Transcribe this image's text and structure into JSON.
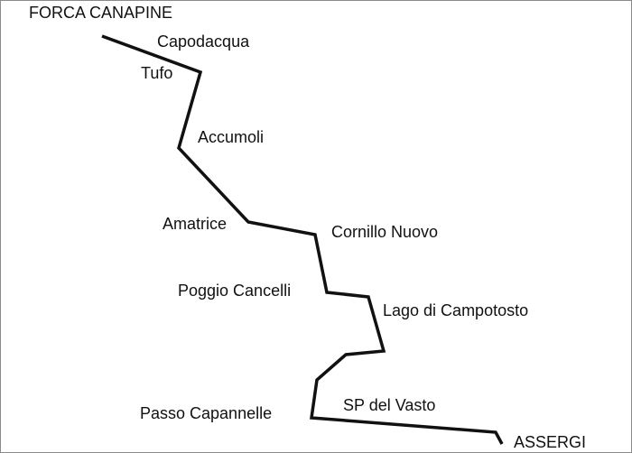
{
  "map": {
    "line_color": "#111111",
    "background_color": "#ffffff",
    "places": {
      "forca_canapine": "FORCA CANAPINE",
      "capodacqua": "Capodacqua",
      "tufo": "Tufo",
      "accumoli": "Accumoli",
      "amatrice": "Amatrice",
      "cornillo_nuovo": "Cornillo Nuovo",
      "poggio_cancelli": "Poggio Cancelli",
      "lago_di_campotosto": "Lago di Campotosto",
      "passo_capannelle": "Passo Capannelle",
      "sp_del_vasto": "SP del Vasto",
      "assergi": "ASSERGI"
    }
  }
}
